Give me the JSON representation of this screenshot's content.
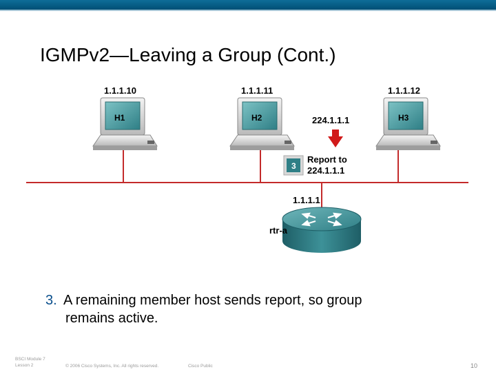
{
  "slide": {
    "title": "IGMPv2—Leaving a Group (Cont.)"
  },
  "diagram": {
    "hosts": [
      {
        "label": "H1",
        "ip": "1.1.1.10"
      },
      {
        "label": "H2",
        "ip": "1.1.1.11"
      },
      {
        "label": "H3",
        "ip": "1.1.1.12"
      }
    ],
    "group_address": "224.1.1.1",
    "step_badge": "3",
    "report_label_line1": "Report to",
    "report_label_line2": "224.1.1.1",
    "router_ip": "1.1.1.1",
    "router_name": "rtr-a",
    "colors": {
      "arrow": "#d11a1a",
      "lines": "#c32a2a",
      "router": "#2f7f86",
      "monitor": "#4e9ea2",
      "badge": "#2f7f86"
    }
  },
  "bullet": {
    "number": "3.",
    "line1": "A remaining member host sends report, so group",
    "line2": "remains active."
  },
  "footer": {
    "course_line1": "BSCI Module 7",
    "course_line2": "Lesson 2",
    "copyright": "© 2006 Cisco Systems, Inc. All rights reserved.",
    "classification": "Cisco Public",
    "page": "10"
  }
}
